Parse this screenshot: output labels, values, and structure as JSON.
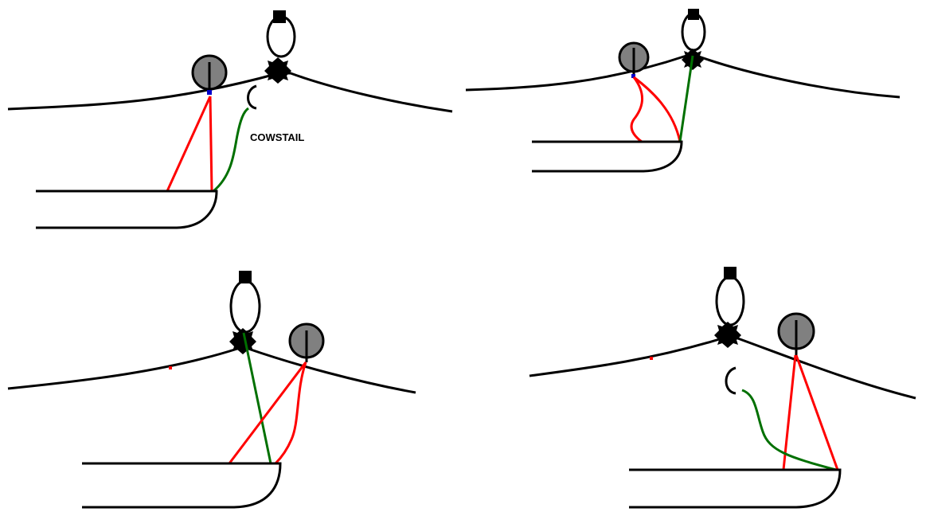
{
  "labels": {
    "cowstail": "COWSTAIL"
  },
  "colors": {
    "line": "#000000",
    "pulley": "#808080",
    "lanyard": "#ff0000",
    "cowstail": "#007000",
    "connector": "#0000cc"
  },
  "panels": [
    {
      "id": "top-left",
      "has_cowstail_label": true
    },
    {
      "id": "top-right",
      "has_cowstail_label": false
    },
    {
      "id": "bottom-left",
      "has_cowstail_label": false
    },
    {
      "id": "bottom-right",
      "has_cowstail_label": false
    }
  ]
}
